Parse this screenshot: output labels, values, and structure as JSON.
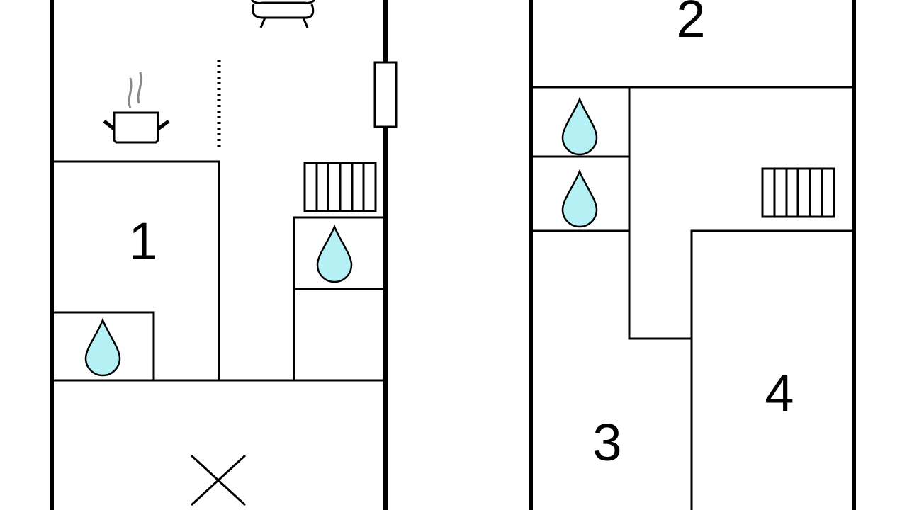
{
  "rooms": {
    "r1": "1",
    "r2": "2",
    "r3": "3",
    "r4": "4"
  },
  "colors": {
    "water": "#b4f0f4",
    "line": "#000000",
    "steam": "#888888"
  },
  "icons": [
    "sofa-icon",
    "cooking-pot-icon",
    "water-drop-icon",
    "stairs-icon",
    "window-icon",
    "terrace-cross-icon",
    "divider-dashed-icon"
  ]
}
